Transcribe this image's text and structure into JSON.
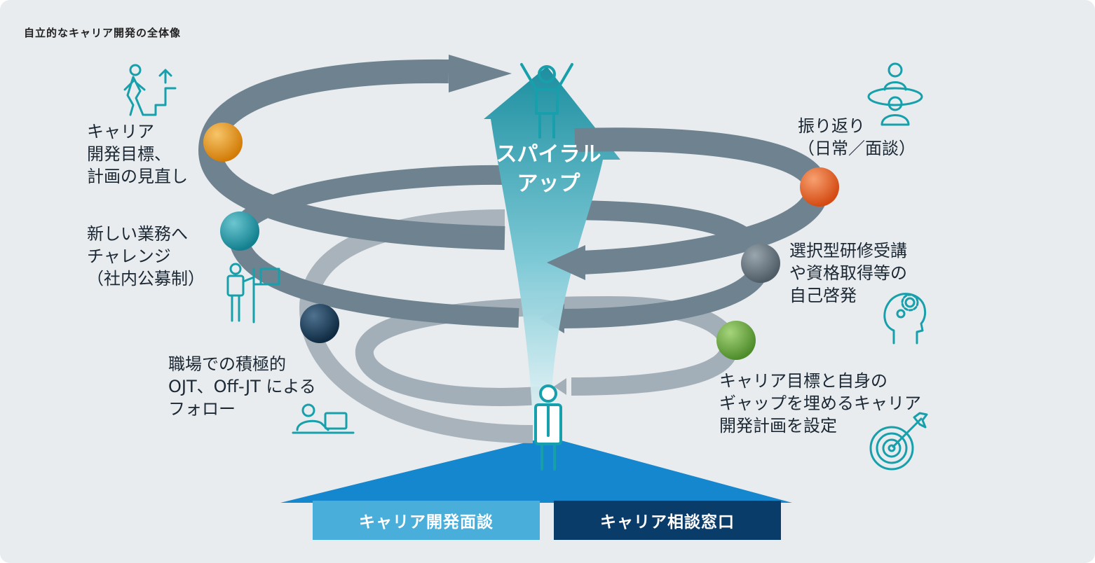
{
  "title": "自立的なキャリア開発の全体像",
  "center_label": [
    "スパイラル",
    "アップ"
  ],
  "steps": [
    {
      "lines": [
        "キャリア",
        "開発目標、",
        "計画の見直し"
      ],
      "ball_color": "#e08a10",
      "icon": "walking-upstairs-icon"
    },
    {
      "lines": [
        "振り返り",
        "（日常／面談）"
      ],
      "ball_color": "#e0541c",
      "icon": "meeting-people-icon"
    },
    {
      "lines": [
        "新しい業務へ",
        "チャレンジ",
        "（社内公募制）"
      ],
      "ball_color": "#1a8a9a",
      "icon": "person-with-flag-icon"
    },
    {
      "lines": [
        "選択型研修受講",
        "や資格取得等の",
        "自己啓発"
      ],
      "ball_color": "#56646f",
      "icon": "head-gears-icon"
    },
    {
      "lines": [
        "職場での積極的",
        "OJT、Off-JT による",
        "フォロー"
      ],
      "ball_color": "#16344d",
      "icon": "person-laptop-icon"
    },
    {
      "lines": [
        "キャリア目標と自身の",
        "ギャップを埋めるキャリア",
        "開発計画を設定"
      ],
      "ball_color": "#5e9c3a",
      "icon": "target-arrow-icon"
    }
  ],
  "buttons": {
    "interview": {
      "label": "キャリア開発面談",
      "color": "#4aaedb"
    },
    "consult": {
      "label": "キャリア相談窓口",
      "color": "#0a3c6a"
    }
  },
  "colors": {
    "accent": "#1a9aa6",
    "arrow_dark": "#6c8190",
    "arrow_light": "#9aa8b2"
  }
}
